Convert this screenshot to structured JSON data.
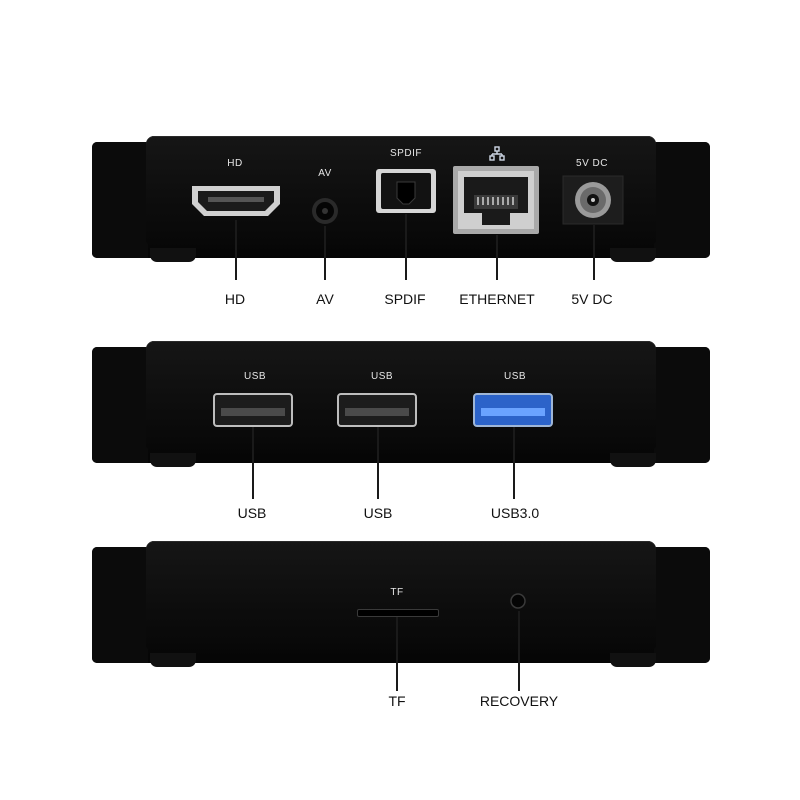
{
  "panels": [
    {
      "ports": [
        {
          "label": "HD",
          "callout": "HD"
        },
        {
          "label": "AV",
          "callout": "AV"
        },
        {
          "label": "SPDIF",
          "callout": "SPDIF"
        },
        {
          "label": "",
          "icon": "network-icon",
          "callout": "ETHERNET"
        },
        {
          "label": "5V DC",
          "callout": "5V DC"
        }
      ]
    },
    {
      "ports": [
        {
          "label": "USB",
          "callout": "USB"
        },
        {
          "label": "USB",
          "callout": "USB"
        },
        {
          "label": "USB",
          "callout": "USB3.0"
        }
      ]
    },
    {
      "ports": [
        {
          "label": "TF",
          "callout": "TF"
        },
        {
          "label": "",
          "callout": "RECOVERY"
        }
      ]
    }
  ],
  "colors": {
    "body": "#0d0d0d",
    "usb3": "#2c63c9",
    "label": "#e6e6e6"
  }
}
